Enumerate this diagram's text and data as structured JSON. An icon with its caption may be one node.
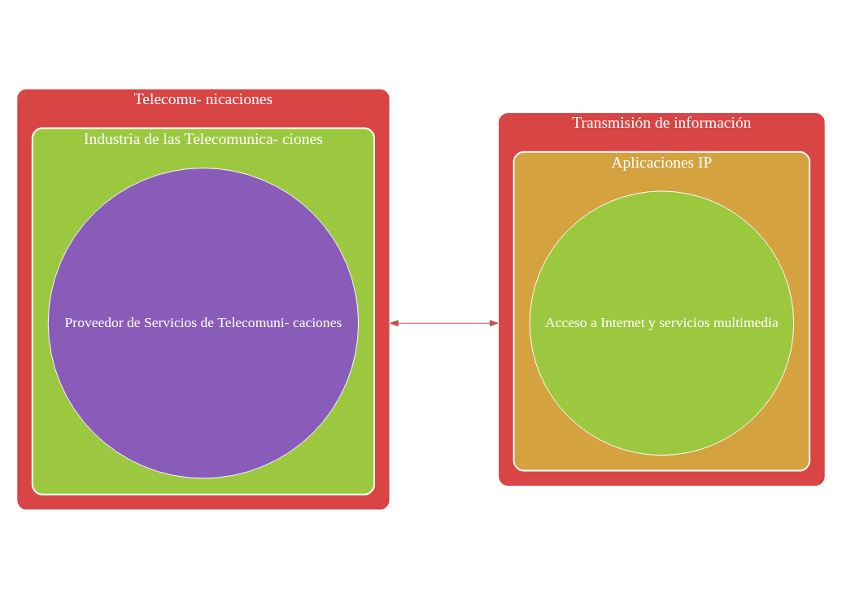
{
  "diagram": {
    "nodes": [
      {
        "text": [
          "Telecomu- nicaciones"
        ]
      },
      {
        "text": [
          "Industria de las Telecomunica- ciones"
        ],
        "in": 0
      },
      {
        "text": [
          "Proveedor de Servicios de Telecomuni- caciones"
        ],
        "in": 1
      },
      {
        "text": [
          "Transmisión de información"
        ]
      },
      {
        "text": [
          "Aplicaciones IP"
        ],
        "in": 3
      },
      {
        "text": [
          "Acceso a Internet y servicios multimedia"
        ],
        "in": 4
      }
    ],
    "edges": [
      {
        "from": 0,
        "to": 3,
        "arrow": "both"
      }
    ]
  }
}
